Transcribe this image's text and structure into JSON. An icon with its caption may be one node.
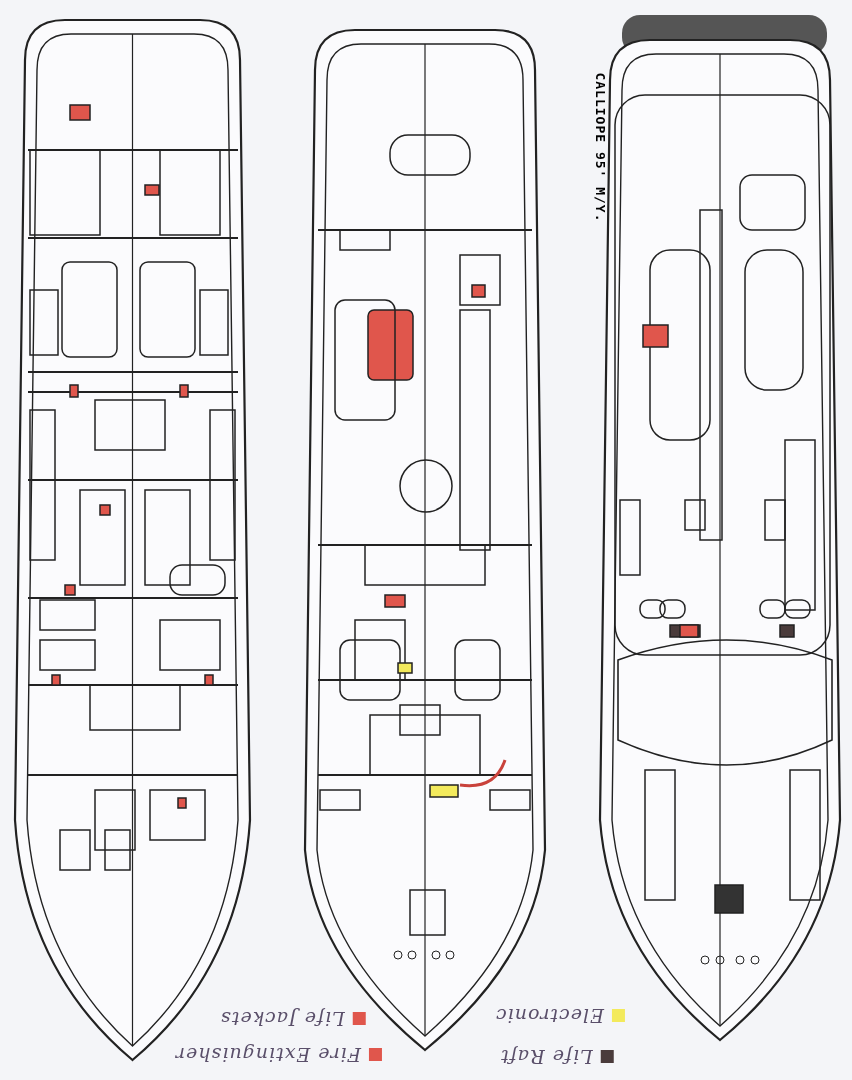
{
  "diagram": {
    "title": "CALLIOPE 95' M/Y.",
    "legend": [
      {
        "text": "Life Jackets",
        "color": "#e0564c"
      },
      {
        "text": "Fire Extinguisher",
        "color": "#e0564c"
      },
      {
        "text": "Electronic",
        "color": "#f3ea5c"
      },
      {
        "text": "Life Raft",
        "color": "#4a3b3b"
      }
    ]
  }
}
